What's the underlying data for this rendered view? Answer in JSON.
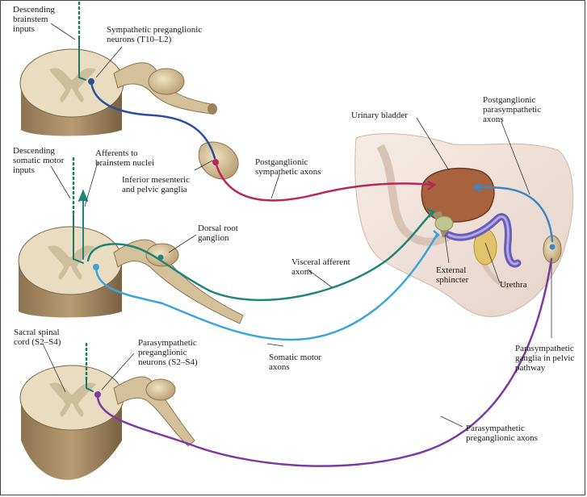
{
  "colors": {
    "sympathetic_pre": "#2b4f9c",
    "sympathetic_post": "#b8275a",
    "parasympathetic_pre": "#7d3aa0",
    "parasympathetic_post": "#3d86c6",
    "visceral_afferent": "#1f8578",
    "somatic_motor": "#3aa6d8",
    "descending": "#1d7a60",
    "cord_tissue": "#e9dcc0",
    "gray_matter": "#cdbf9d",
    "bladder": "#a45a3a",
    "body": "#efe3dc"
  },
  "icons": [
    "spinal-cord-segment",
    "ganglion",
    "synapse-terminal",
    "urinary-bladder",
    "pelvis-silhouette"
  ],
  "labels": {
    "descending_brainstem": "Descending\nbrainstem\ninputs",
    "symp_pre_neurons": "Sympathetic preganglionic\nneurons (T10–L2)",
    "urinary_bladder": "Urinary bladder",
    "postgang_parasymp": "Postganglionic\nparasympathetic\naxons",
    "descending_somatic": "Descending\nsomatic motor\ninputs",
    "afferents_brainstem": "Afferents to\nbrainstem nuclei",
    "inferior_mesenteric": "Inferior mesenteric\nand pelvic ganglia",
    "postgang_symp": "Postganglionic\nsympathetic axons",
    "dorsal_root_ganglion": "Dorsal root\nganglion",
    "visceral_afferent": "Visceral afferent\naxons",
    "external_sphincter": "External\nsphincter",
    "urethra": "Urethra",
    "sacral_cord": "Sacral spinal\ncord (S2–S4)",
    "parasymp_pre_neurons": "Parasympathetic\npreganglionic\nneurons (S2–S4)",
    "somatic_motor": "Somatic motor\naxons",
    "parasymp_ganglia": "Parasympathetic\nganglia in pelvic\npathway",
    "parasymp_pre_axons": "Parasympathetic\npreganglionic axons"
  }
}
